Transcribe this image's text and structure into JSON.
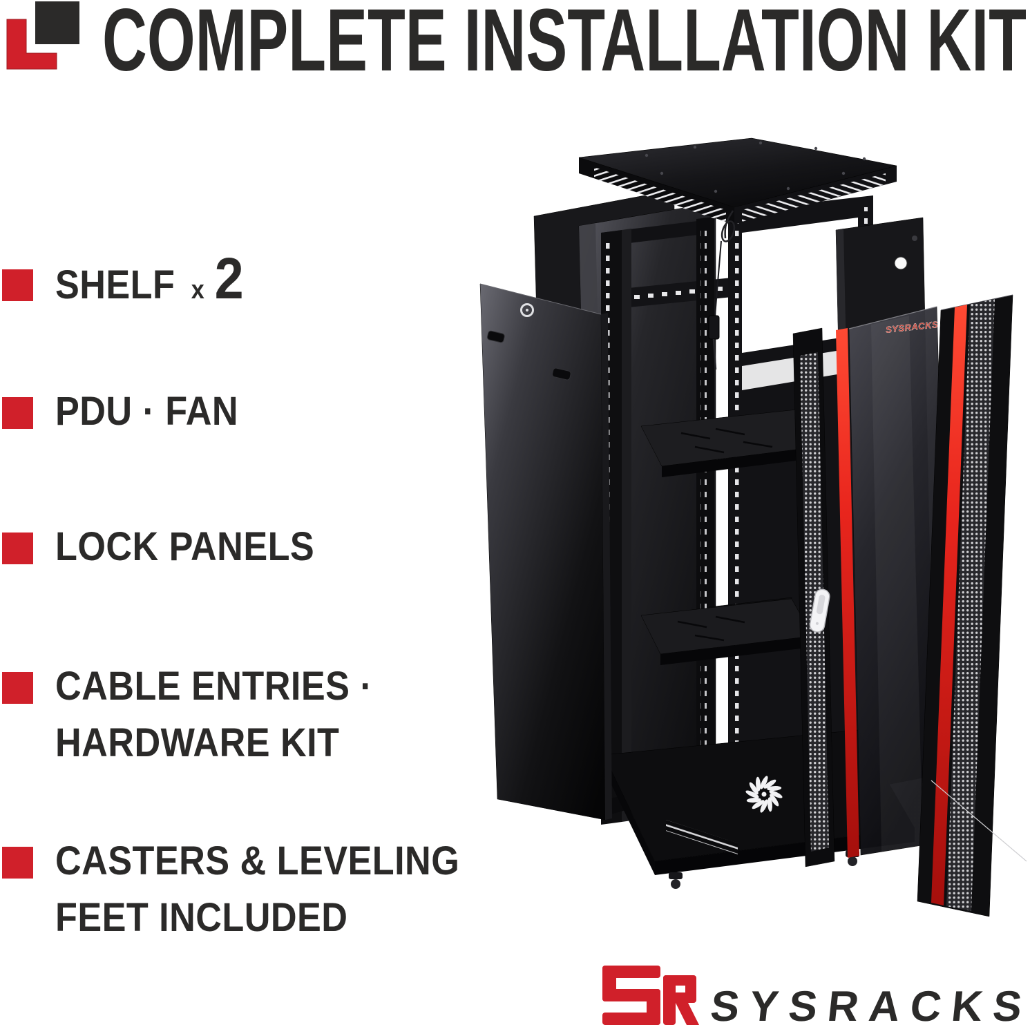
{
  "page": {
    "background": "#ffffff"
  },
  "header": {
    "title": "COMPLETE INSTALLATION KIT",
    "logo": {
      "red": "#d0202a",
      "black": "#2b2a29"
    }
  },
  "features": {
    "bullet_color": "#d0202a",
    "text_color": "#2b2a29",
    "items": [
      {
        "line1": "SHELF",
        "times": "x",
        "count": "2"
      },
      {
        "line1": "PDU · FAN"
      },
      {
        "line1": "LOCK PANELS"
      },
      {
        "line1": "CABLE ENTRIES ·",
        "line2": "HARDWARE KIT"
      },
      {
        "line1": "CASTERS & LEVELING",
        "line2": "FEET INCLUDED"
      }
    ]
  },
  "rack": {
    "door_brand_label": "SYSRACKS",
    "accent_red": "#e8251d"
  },
  "footer": {
    "brand": "SYSRACKS",
    "brand_color": "#2b2a29",
    "monogram_color": "#d0202a"
  }
}
